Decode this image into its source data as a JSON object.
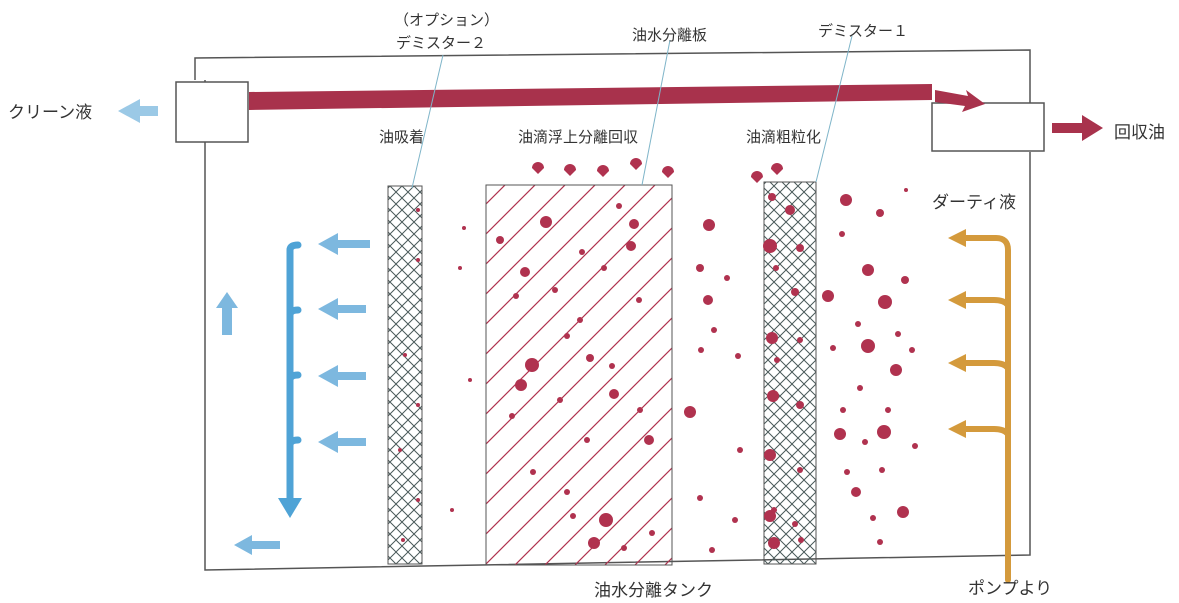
{
  "labels": {
    "option_demister2_line1": "（オプション）",
    "option_demister2_line2": "デミスター２",
    "separator_plate": "油水分離板",
    "demister1": "デミスター１",
    "clean_liquid": "クリーン液",
    "recovered_oil": "回収油",
    "oil_adsorption": "油吸着",
    "oil_float_separation": "油滴浮上分離回収",
    "oil_coalescence": "油滴粗粒化",
    "dirty_liquid": "ダーティ液",
    "tank": "油水分離タンク",
    "from_pump": "ポンプより"
  },
  "colors": {
    "oil": "#b0324f",
    "clean_flow": "#4fa3d6",
    "dirty_flow": "#d49a3c",
    "tank_line": "#555555"
  }
}
